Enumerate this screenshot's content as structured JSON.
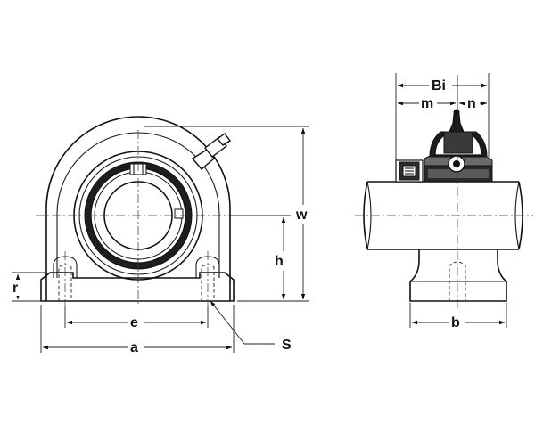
{
  "labels": {
    "w": "w",
    "h": "h",
    "r": "r",
    "e": "e",
    "a": "a",
    "s": "S",
    "bi": "Bi",
    "m": "m",
    "n": "n",
    "b": "b"
  }
}
